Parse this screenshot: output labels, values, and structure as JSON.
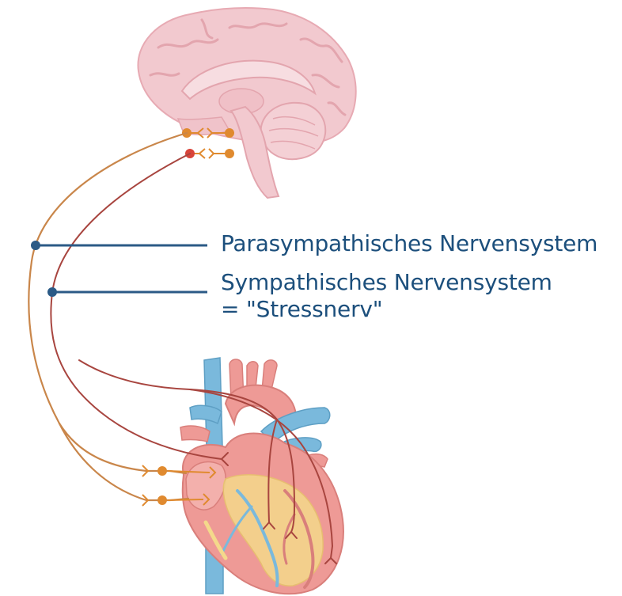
{
  "labels": {
    "parasympathetic": "Parasympathisches Nervensystem",
    "sympathetic": "Sympathisches Nervensystem",
    "sympathetic_alias": "= \"Stressnerv\""
  },
  "colors": {
    "label_text": "#1c4f7c",
    "leader_line": "#2b5a86",
    "parasympathetic_nerve": "#c9864a",
    "sympathetic_nerve": "#a8453f",
    "neuron_parasympathetic": "#e08a2f",
    "neuron_sympathetic": "#d9443a",
    "brain": "#f2c9cf",
    "heart": "#ee9a96",
    "vessel_blue": "#7ab9dc"
  },
  "icons": {
    "brain": "brain-icon",
    "heart": "heart-icon"
  }
}
